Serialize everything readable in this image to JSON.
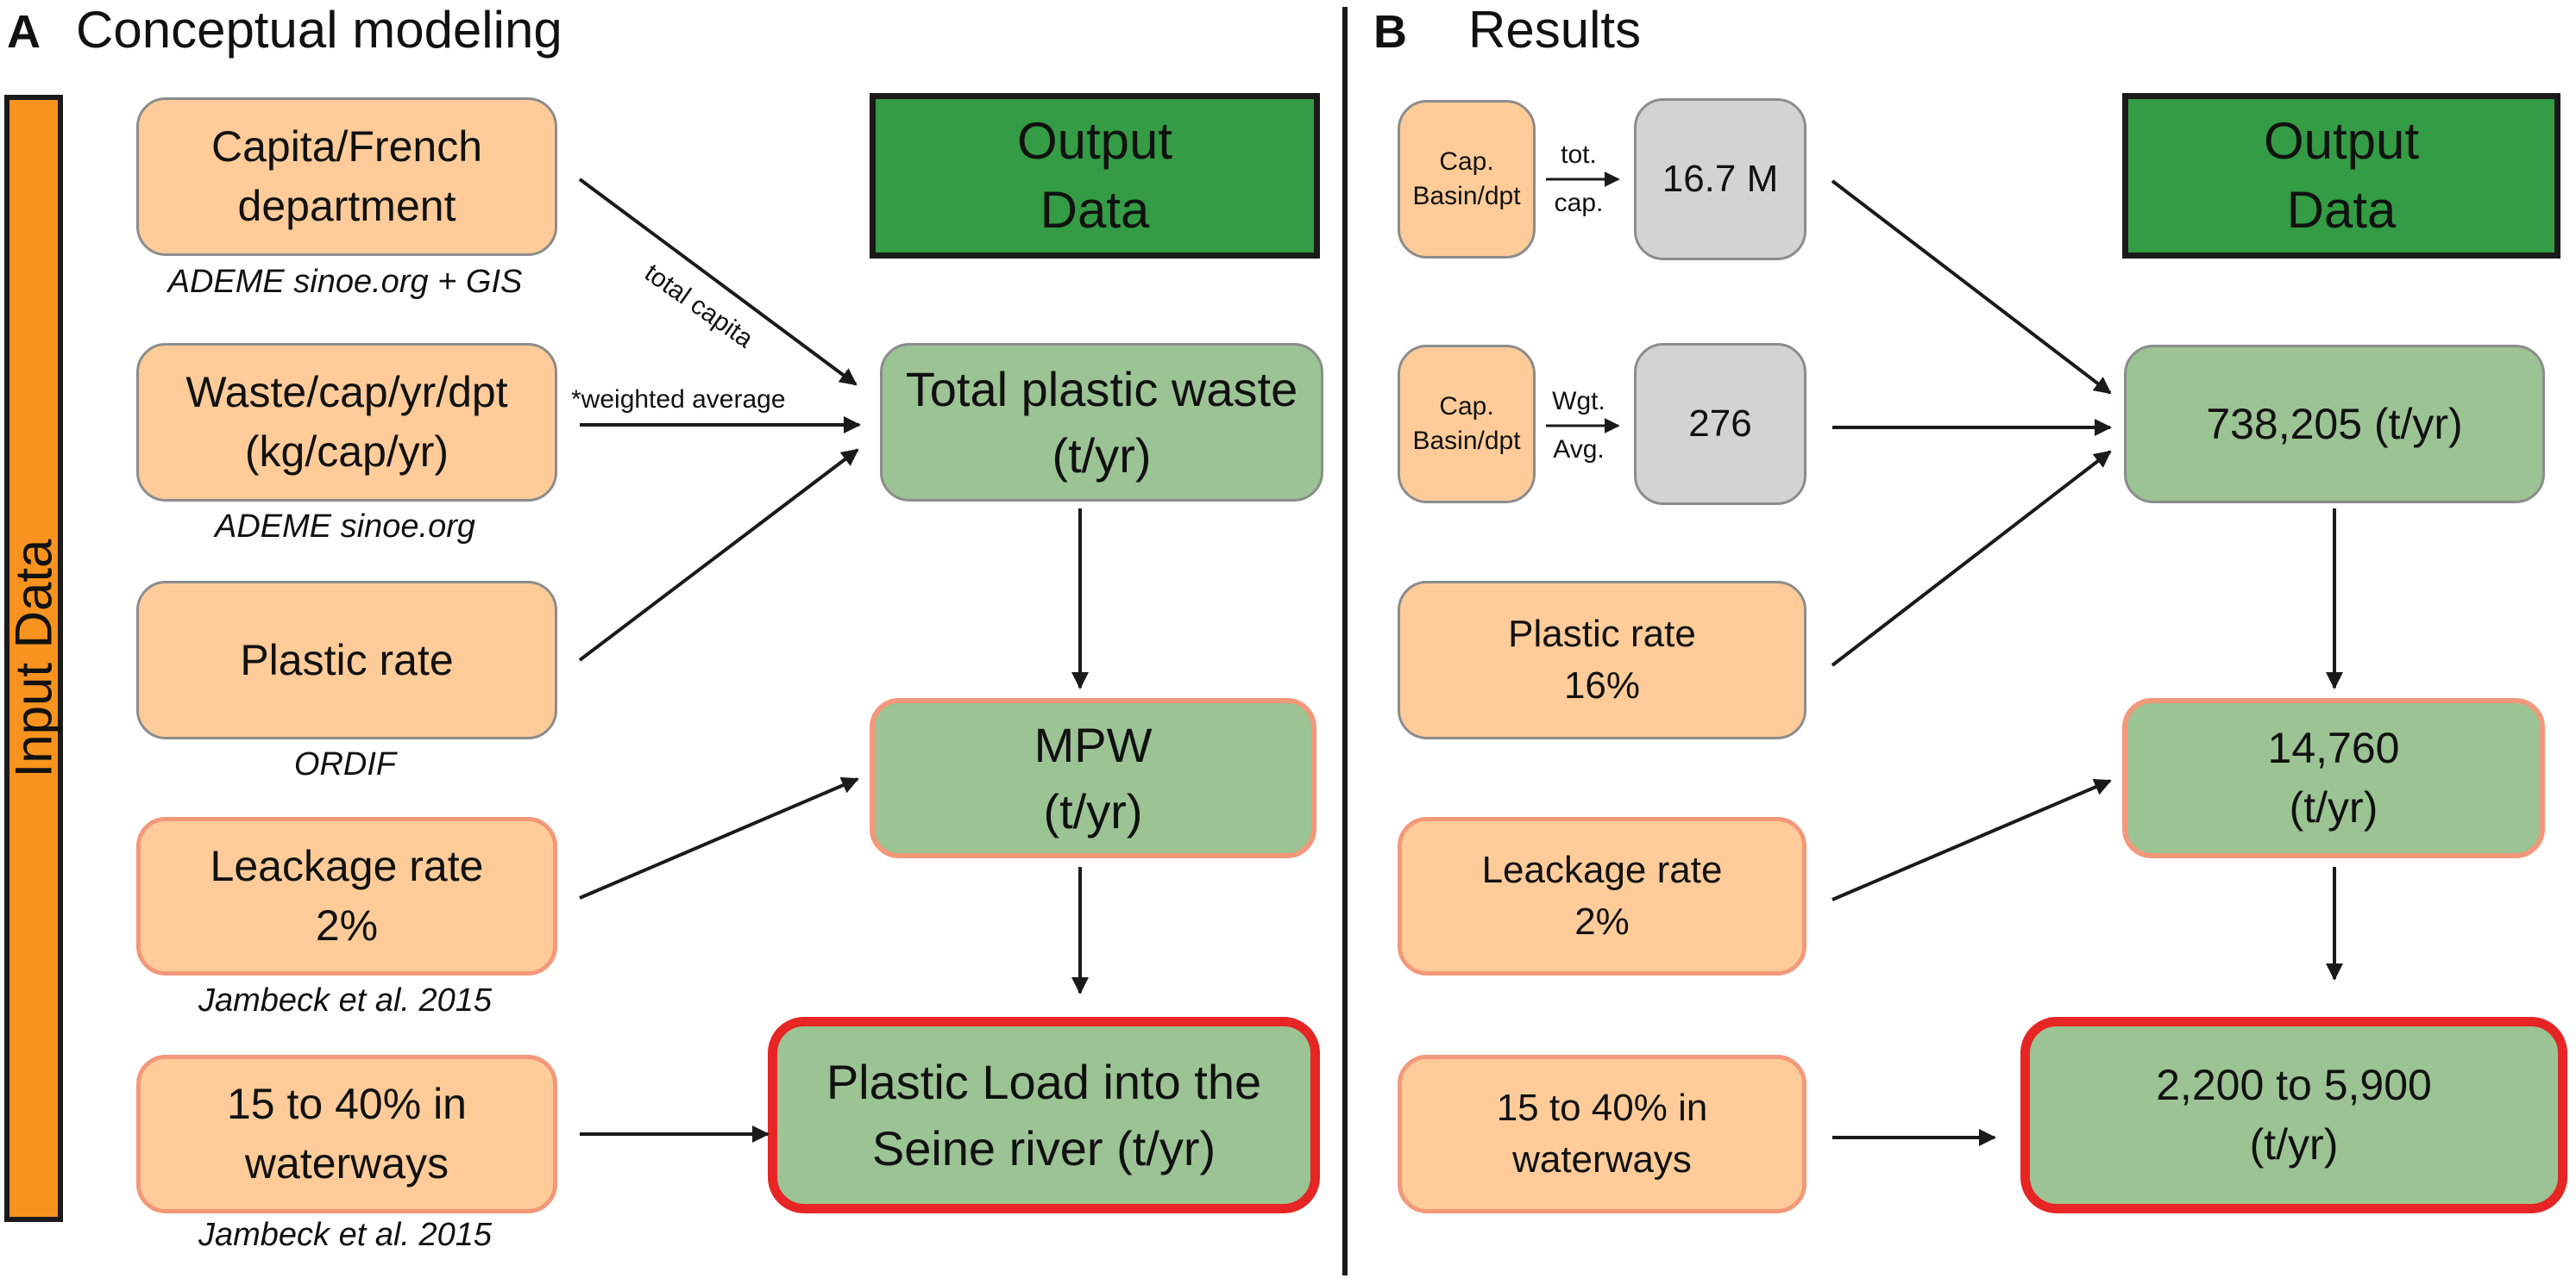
{
  "panel_a": {
    "letter": "A",
    "title": "Conceptual modeling",
    "input_bar_label": "Input Data",
    "output_header": [
      "Output",
      "Data"
    ],
    "inputs": [
      {
        "lines": [
          "Capita/French",
          "department"
        ],
        "source": "ADEME sinoe.org + GIS"
      },
      {
        "lines": [
          "Waste/cap/yr/dpt",
          "(kg/cap/yr)"
        ],
        "source": "ADEME sinoe.org"
      },
      {
        "lines": [
          "Plastic rate"
        ],
        "source": "ORDIF"
      },
      {
        "lines": [
          "Leackage rate",
          "2%"
        ],
        "source": "Jambeck et al. 2015"
      },
      {
        "lines": [
          "15 to 40% in",
          "waterways"
        ],
        "source": "Jambeck et al. 2015"
      }
    ],
    "arrow_labels": {
      "total_capita": "total capita",
      "weighted_average": "*weighted average"
    },
    "outputs": [
      {
        "lines": [
          "Total plastic waste",
          "(t/yr)"
        ]
      },
      {
        "lines": [
          "MPW",
          "(t/yr)"
        ]
      },
      {
        "lines": [
          "Plastic Load into the",
          "Seine river (t/yr)"
        ]
      }
    ]
  },
  "panel_b": {
    "letter": "B",
    "title": "Results",
    "output_header": [
      "Output",
      "Data"
    ],
    "mini_inputs": [
      {
        "lines": [
          "Cap.",
          "Basin/dpt"
        ],
        "arrow_label": [
          "tot.",
          "cap."
        ],
        "value": "16.7 M"
      },
      {
        "lines": [
          "Cap.",
          "Basin/dpt"
        ],
        "arrow_label": [
          "Wgt.",
          "Avg."
        ],
        "value": "276"
      }
    ],
    "inputs": [
      {
        "lines": [
          "Plastic rate",
          "16%"
        ]
      },
      {
        "lines": [
          "Leackage rate",
          "2%"
        ]
      },
      {
        "lines": [
          "15 to 40% in",
          "waterways"
        ]
      }
    ],
    "outputs": [
      {
        "lines": [
          "738,205 (t/yr)"
        ]
      },
      {
        "lines": [
          "14,760",
          "(t/yr)"
        ]
      },
      {
        "lines": [
          "2,200 to 5,900",
          "(t/yr)"
        ]
      }
    ]
  },
  "colors": {
    "input_bar": "#f7931e",
    "input_box": "#ffcc99",
    "output_box": "#9bc394",
    "output_header": "#339c44",
    "value_box": "#d3d3d3",
    "pink_border": "#f3987a",
    "red_border": "#e62524"
  }
}
